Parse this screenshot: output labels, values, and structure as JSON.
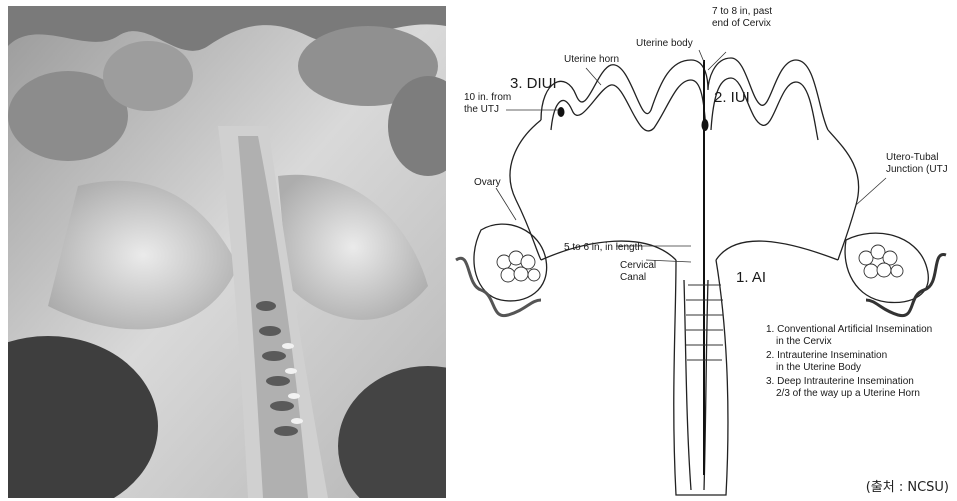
{
  "diagram": {
    "labels": {
      "uterine_horn": "Uterine horn",
      "uterine_body": "Uterine body",
      "utj_depth_1": "7 to 8 in, past",
      "utj_depth_2": "end of Cervix",
      "diui": "3. DIUI",
      "iui": "2. IUI",
      "ai": "1. AI",
      "from_utj_1": "10 in. from",
      "from_utj_2": "the UTJ",
      "utj_1": "Utero-Tubal",
      "utj_2": "Junction (UTJ",
      "ovary": "Ovary",
      "length": "5 to 6 in, in length",
      "cervical_1": "Cervical",
      "cervical_2": "Canal"
    },
    "legend": [
      "1. Conventional Artificial Insemination",
      "in the Cervix",
      "2. Intrauterine Insemination",
      "in the Uterine Body",
      "3. Deep Intrauterine Insemination",
      "2/3 of the way up a Uterine Horn"
    ],
    "source": "(출처 : NCSU)"
  }
}
